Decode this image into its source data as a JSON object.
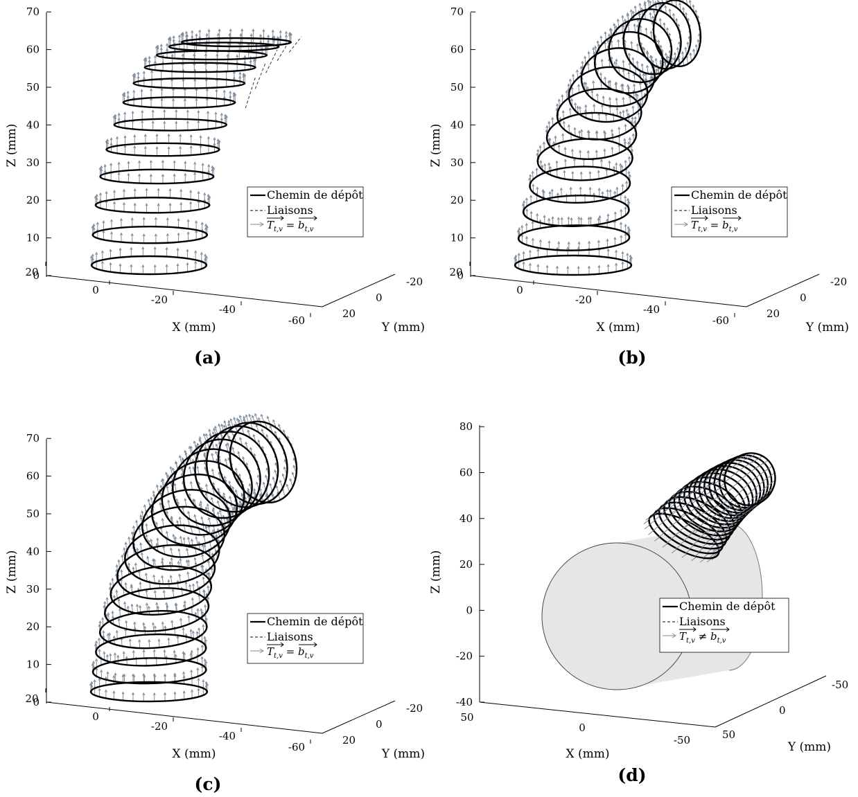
{
  "colors": {
    "path": "#000000",
    "links": "#333333",
    "vectors": "#7e8b98",
    "cylinder_fill": "#e6e6e6",
    "cylinder_edge": "#444444"
  },
  "chart_data": [
    {
      "type": "line",
      "panel": "(a)",
      "caption": "(a)",
      "chart_kind": "3d-helical-deposition-path",
      "xlabel": "X (mm)",
      "ylabel": "Y (mm)",
      "zlabel": "Z (mm)",
      "x_ticks": [
        "20",
        "0",
        "-20",
        "-40",
        "-60"
      ],
      "y_ticks": [
        "20",
        "0",
        "-20"
      ],
      "z_ticks": [
        "0",
        "10",
        "20",
        "30",
        "40",
        "50",
        "60",
        "70"
      ],
      "zlim": [
        0,
        70
      ],
      "xlim": [
        20,
        -60
      ],
      "ylim": [
        20,
        -20
      ],
      "bend_radius": 60,
      "layers": 12,
      "bend_angle_deg": 90,
      "links_visible": true,
      "legend": {
        "placement": "center-right",
        "entries": [
          {
            "style": "solid",
            "label": "Chemin de dépôt"
          },
          {
            "style": "dashed",
            "label": "Liaisons"
          },
          {
            "style": "arrow",
            "parts": [
              "T",
              "t,v",
              "=",
              "b",
              "t,v"
            ]
          }
        ]
      }
    },
    {
      "type": "line",
      "panel": "(b)",
      "caption": "(b)",
      "chart_kind": "3d-helical-deposition-path",
      "xlabel": "X (mm)",
      "ylabel": "Y (mm)",
      "zlabel": "Z (mm)",
      "x_ticks": [
        "20",
        "0",
        "-20",
        "-40",
        "-60"
      ],
      "y_ticks": [
        "20",
        "0",
        "-20"
      ],
      "z_ticks": [
        "0",
        "10",
        "20",
        "30",
        "40",
        "50",
        "60",
        "70"
      ],
      "zlim": [
        0,
        70
      ],
      "xlim": [
        20,
        -60
      ],
      "ylim": [
        20,
        -20
      ],
      "bend_radius": 60,
      "layers": 14,
      "bend_angle_deg": 90,
      "links_visible": false,
      "legend": {
        "placement": "center-right",
        "entries": [
          {
            "style": "solid",
            "label": "Chemin de dépôt"
          },
          {
            "style": "dashed",
            "label": "Liaisons"
          },
          {
            "style": "arrow",
            "parts": [
              "T",
              "t,v",
              "=",
              "b",
              "t,v"
            ]
          }
        ]
      }
    },
    {
      "type": "line",
      "panel": "(c)",
      "caption": "(c)",
      "chart_kind": "3d-helical-deposition-path",
      "xlabel": "X (mm)",
      "ylabel": "Y (mm)",
      "zlabel": "Z (mm)",
      "x_ticks": [
        "20",
        "0",
        "-20",
        "-40",
        "-60"
      ],
      "y_ticks": [
        "20",
        "0",
        "-20"
      ],
      "z_ticks": [
        "0",
        "10",
        "20",
        "30",
        "40",
        "50",
        "60",
        "70"
      ],
      "zlim": [
        0,
        70
      ],
      "xlim": [
        20,
        -60
      ],
      "ylim": [
        20,
        -20
      ],
      "bend_radius": 60,
      "layers": 18,
      "bend_angle_deg": 90,
      "links_visible": false,
      "legend": {
        "placement": "center-right",
        "entries": [
          {
            "style": "solid",
            "label": "Chemin de dépôt"
          },
          {
            "style": "dashed",
            "label": "Liaisons"
          },
          {
            "style": "arrow",
            "parts": [
              "T",
              "t,v",
              "=",
              "b",
              "t,v"
            ]
          }
        ]
      }
    },
    {
      "type": "line",
      "panel": "(d)",
      "caption": "(d)",
      "chart_kind": "3d-helical-deposition-path-on-cylinder",
      "xlabel": "X (mm)",
      "ylabel": "Y (mm)",
      "zlabel": "Z (mm)",
      "x_ticks": [
        "50",
        "0",
        "-50"
      ],
      "y_ticks": [
        "50",
        "0",
        "-50"
      ],
      "z_ticks": [
        "-40",
        "-20",
        "0",
        "20",
        "40",
        "60",
        "80"
      ],
      "zlim": [
        -40,
        80
      ],
      "xlim": [
        50,
        -50
      ],
      "ylim": [
        50,
        -50
      ],
      "layers": 16,
      "substrate": "cylinder",
      "legend": {
        "placement": "center-right",
        "entries": [
          {
            "style": "solid",
            "label": "Chemin de dépôt"
          },
          {
            "style": "dashed",
            "label": "Liaisons"
          },
          {
            "style": "arrow",
            "parts": [
              "T",
              "t,v",
              "≠",
              "b",
              "t,v"
            ]
          }
        ]
      }
    }
  ]
}
